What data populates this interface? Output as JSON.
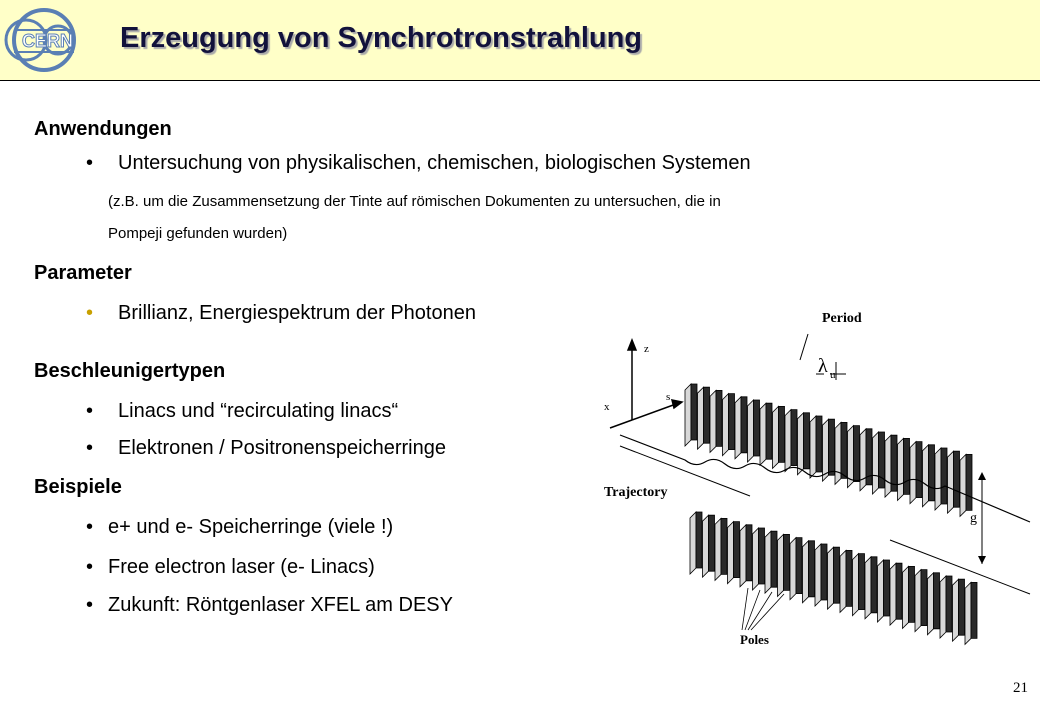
{
  "header": {
    "title": "Erzeugung von Synchrotronstrahlung",
    "logo_text": "CERN",
    "bg_color": "#ffffc8"
  },
  "sections": {
    "anwendungen": {
      "heading": "Anwendungen",
      "item_1": "Untersuchung von physikalischen, chemischen, biologischen Systemen",
      "note_line_1": "(z.B. um die Zusammensetzung der Tinte auf römischen Dokumenten zu untersuchen, die in",
      "note_line_2": "Pompeji gefunden wurden)"
    },
    "parameter": {
      "heading": "Parameter",
      "item_1": "Brillianz, Energiespektrum der Photonen",
      "bullet_color": "#c8a000"
    },
    "beschleunigertypen": {
      "heading": "Beschleunigertypen",
      "item_1": "Linacs und “recirculating linacs“",
      "item_2": "Elektronen / Positronenspeicherringe"
    },
    "beispiele": {
      "heading": "Beispiele",
      "item_1": "e+ und e- Speicherringe (viele !)",
      "item_2": "Free electron laser (e- Linacs)",
      "item_3": "Zukunft: Röntgenlaser XFEL am DESY"
    }
  },
  "figure": {
    "label_period": "Period",
    "label_lambda": "λ",
    "label_lambda_sub": "u",
    "label_trajectory": "Trajectory",
    "label_poles": "Poles",
    "label_gap": "g",
    "axis_z": "z",
    "axis_s": "s",
    "axis_x": "x"
  },
  "footer": {
    "page_number": "21"
  }
}
